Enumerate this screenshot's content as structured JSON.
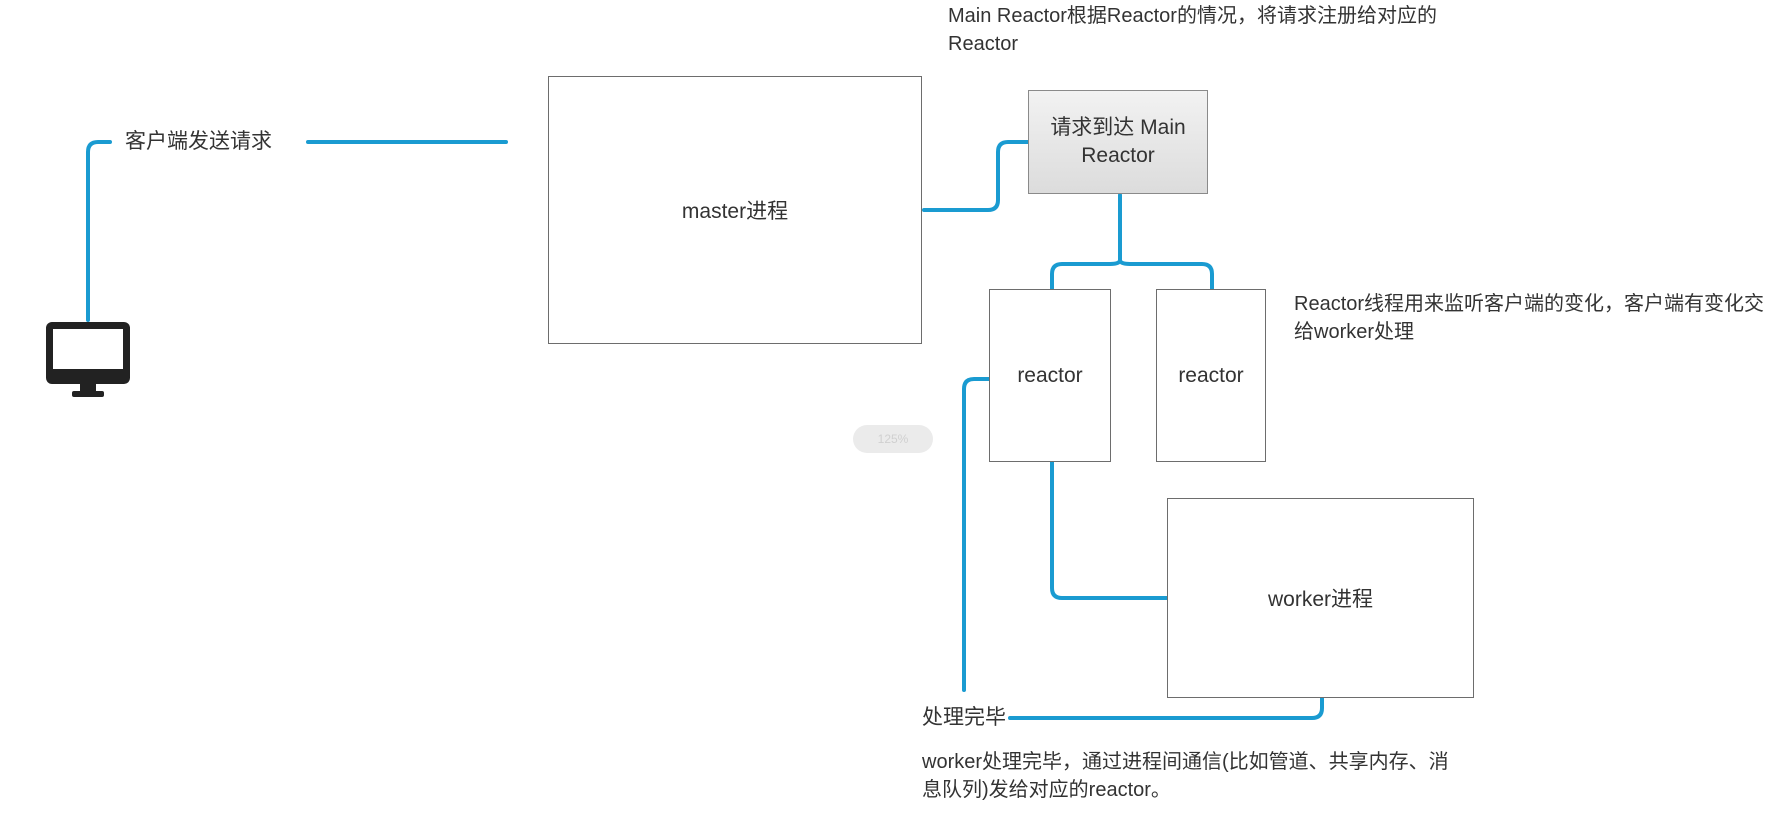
{
  "diagram": {
    "nodes": {
      "master": {
        "label": "master进程"
      },
      "main_reactor": {
        "line1": "请求到达 Main",
        "line2": "Reactor"
      },
      "reactor_left": {
        "label": "reactor"
      },
      "reactor_right": {
        "label": "reactor"
      },
      "worker": {
        "label": "worker进程"
      }
    },
    "edge_labels": {
      "client_request": "客户端发送请求",
      "done": "处理完毕"
    },
    "notes": {
      "main_reactor_note": "Main Reactor根据Reactor的情况，将请求注册给对应的Reactor",
      "reactor_note": "Reactor线程用来监听客户端的变化，客户端有变化交给worker处理",
      "worker_note": "worker处理完毕，通过进程间通信(比如管道、共享内存、消息队列)发给对应的reactor。"
    },
    "zoom_level": "125%",
    "connector_color": "#1a9bd1",
    "icons": [
      "monitor-icon"
    ]
  }
}
